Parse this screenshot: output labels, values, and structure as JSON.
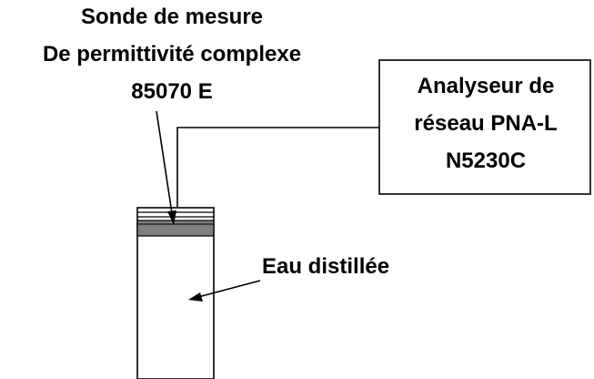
{
  "probe": {
    "line1": "Sonde de mesure",
    "line2": "De permittivité complexe",
    "line3": "85070 E"
  },
  "analyzer": {
    "line1": "Analyseur de",
    "line2": "réseau PNA-L",
    "line3": "N5230C"
  },
  "water_label": "Eau distillée",
  "colors": {
    "stroke": "#000000",
    "background": "#ffffff",
    "water_fill": "#ffffff",
    "probe_band": "#7f7f7f"
  }
}
